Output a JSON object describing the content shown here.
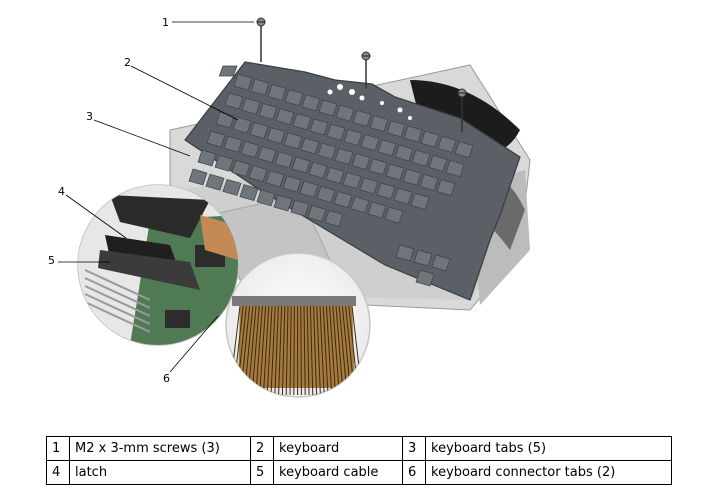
{
  "callouts": [
    "1",
    "2",
    "3",
    "4",
    "5",
    "6"
  ],
  "legend": {
    "rows": [
      [
        {
          "num": "1",
          "label": "M2 x 3-mm screws (3)"
        },
        {
          "num": "2",
          "label": "keyboard"
        },
        {
          "num": "3",
          "label": "keyboard tabs (5)"
        }
      ],
      [
        {
          "num": "4",
          "label": "latch"
        },
        {
          "num": "5",
          "label": "keyboard cable"
        },
        {
          "num": "6",
          "label": "keyboard connector tabs (2)"
        }
      ]
    ]
  }
}
